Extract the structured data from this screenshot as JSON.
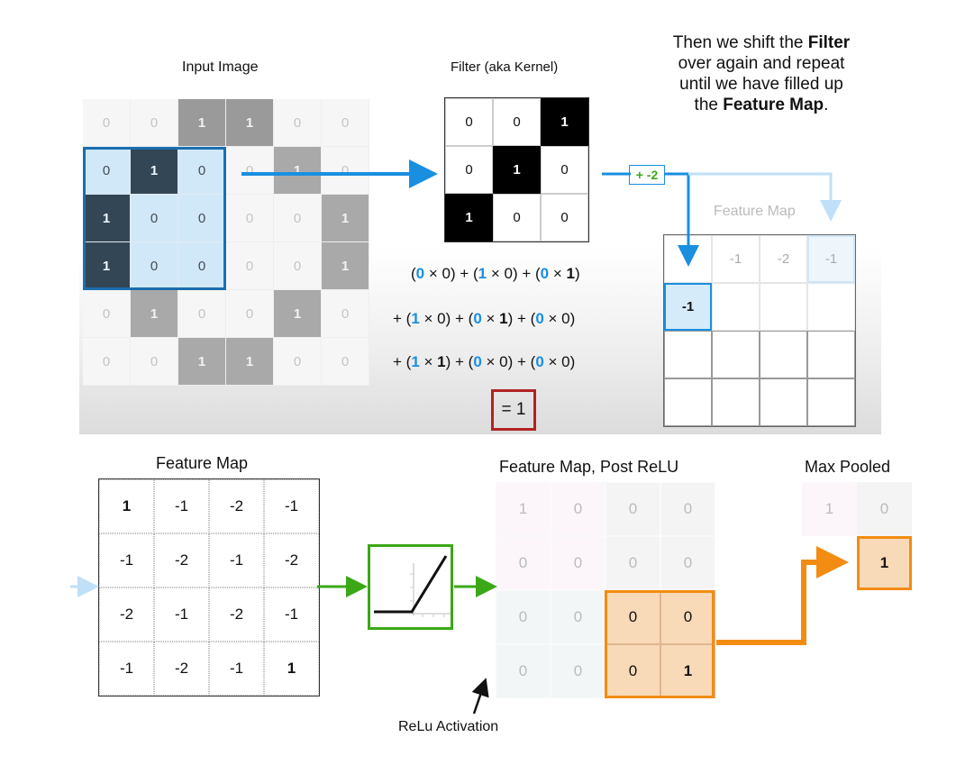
{
  "top": {
    "input_image": {
      "label": "Input Image",
      "values": [
        [
          "0",
          "0",
          "1",
          "1",
          "0",
          "0"
        ],
        [
          "0",
          "1",
          "0",
          "0",
          "1",
          "0"
        ],
        [
          "1",
          "0",
          "0",
          "0",
          "0",
          "1"
        ],
        [
          "1",
          "0",
          "0",
          "0",
          "0",
          "1"
        ],
        [
          "0",
          "1",
          "0",
          "0",
          "1",
          "0"
        ],
        [
          "0",
          "0",
          "1",
          "1",
          "0",
          "0"
        ]
      ]
    },
    "filter": {
      "label": "Filter (aka Kernel)",
      "values": [
        [
          "0",
          "0",
          "1"
        ],
        [
          "0",
          "1",
          "0"
        ],
        [
          "1",
          "0",
          "0"
        ]
      ]
    },
    "note": {
      "line1_a": "Then we shift the ",
      "line1_b": "Filter",
      "line2": "over again and repeat",
      "line3": "until we have filled up",
      "line4_a": "the ",
      "line4_b": "Feature Map",
      "line4_c": "."
    },
    "plus_label": "+ -2",
    "feature_map": {
      "label": "Feature Map",
      "first_row": [
        "",
        "-1",
        "-2",
        "-1"
      ],
      "current_cell": "-1"
    },
    "equation": {
      "line1": [
        "(",
        "0",
        " × 0) + (",
        "1",
        " × 0) + (",
        "0",
        " × ",
        "1",
        ")"
      ],
      "line2": [
        "+ (",
        "1",
        " × 0) + (",
        "0",
        " × ",
        "1",
        ") + (",
        "0",
        " × 0)"
      ],
      "line3": [
        "+ (",
        "1",
        " × ",
        "1",
        ") + (",
        "0",
        " × 0) + (",
        "0",
        " × 0)"
      ],
      "result": "= 1"
    }
  },
  "bottom": {
    "feature_map": {
      "label": "Feature Map",
      "values": [
        [
          "1",
          "-1",
          "-2",
          "-1"
        ],
        [
          "-1",
          "-2",
          "-1",
          "-2"
        ],
        [
          "-2",
          "-1",
          "-2",
          "-1"
        ],
        [
          "-1",
          "-2",
          "-1",
          "1"
        ]
      ]
    },
    "post_relu": {
      "label": "Feature Map, Post ReLU",
      "values": [
        [
          "1",
          "0",
          "0",
          "0"
        ],
        [
          "0",
          "0",
          "0",
          "0"
        ],
        [
          "0",
          "0",
          "0",
          "0"
        ],
        [
          "0",
          "0",
          "0",
          "1"
        ]
      ]
    },
    "max_pooled": {
      "label": "Max Pooled",
      "values": [
        [
          "1",
          "0"
        ],
        [
          "",
          "1"
        ]
      ]
    },
    "relu_caption": "ReLu Activation"
  },
  "colors": {
    "blue": "#1a8fe0",
    "green": "#3aa817",
    "orange": "#f28c12",
    "red": "#b22222"
  }
}
